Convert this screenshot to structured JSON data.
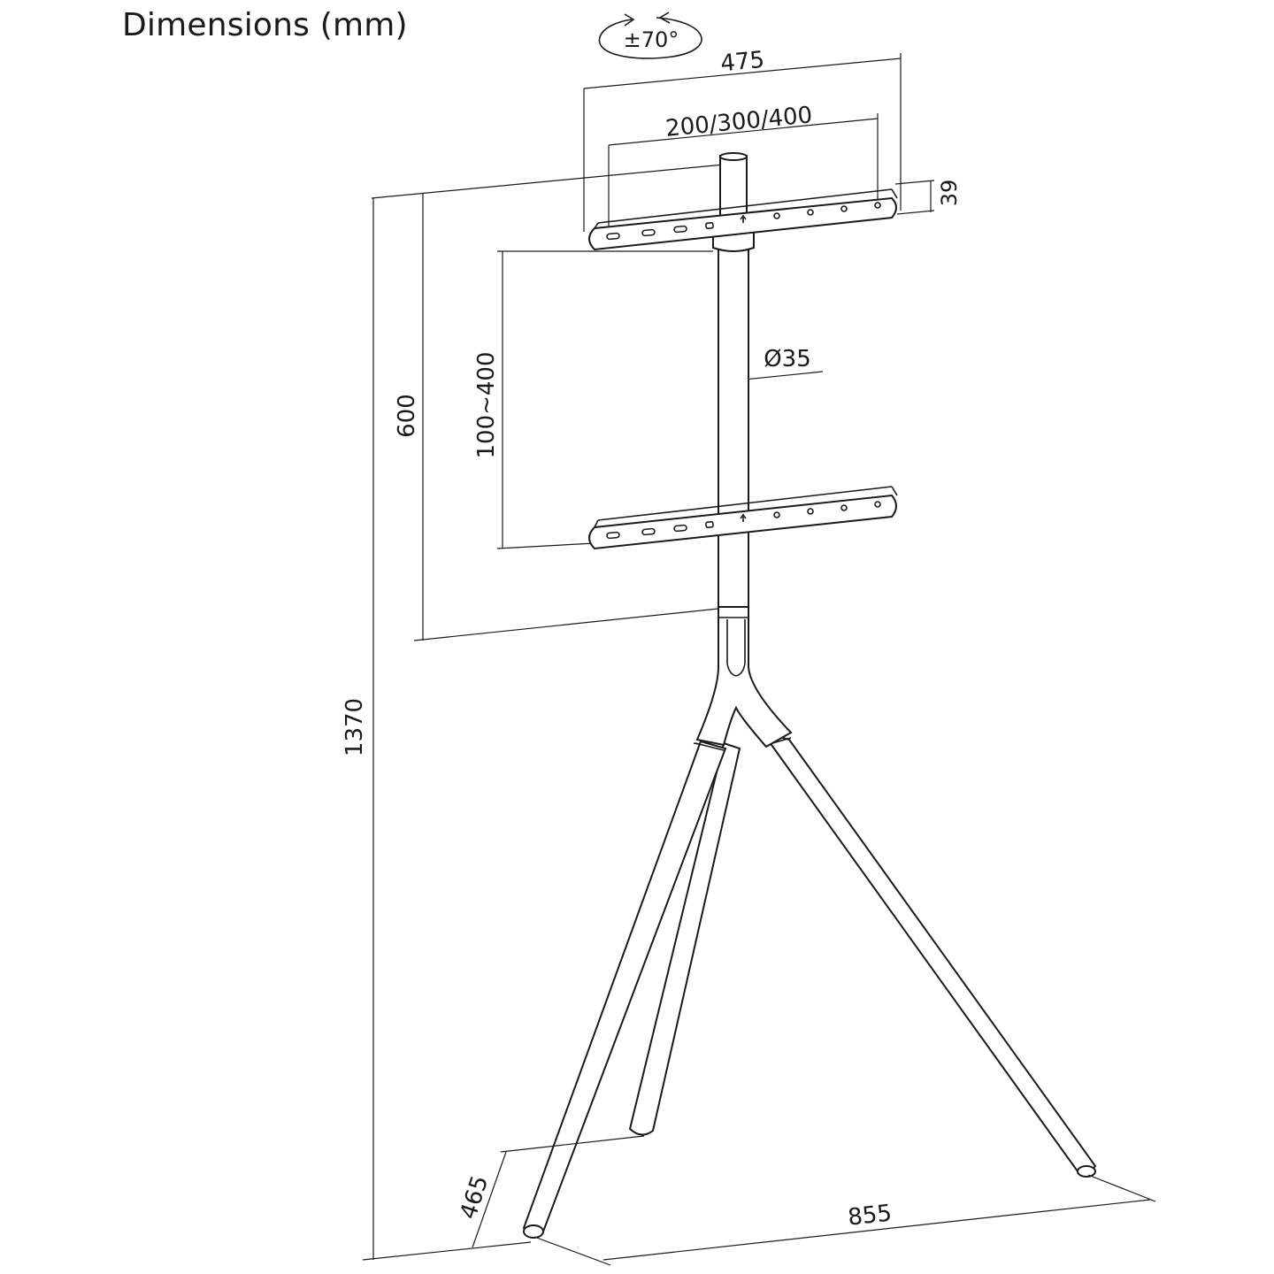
{
  "title": "Dimensions (mm)",
  "dimensions": {
    "rotation": "±70°",
    "plate_width": "475",
    "vesa_width": "200/300/400",
    "plate_height": "39",
    "vesa_height": "100~400",
    "mount_height": "600",
    "pole_diameter": "Ø35",
    "total_height": "1370",
    "base_depth": "465",
    "base_width": "855"
  }
}
